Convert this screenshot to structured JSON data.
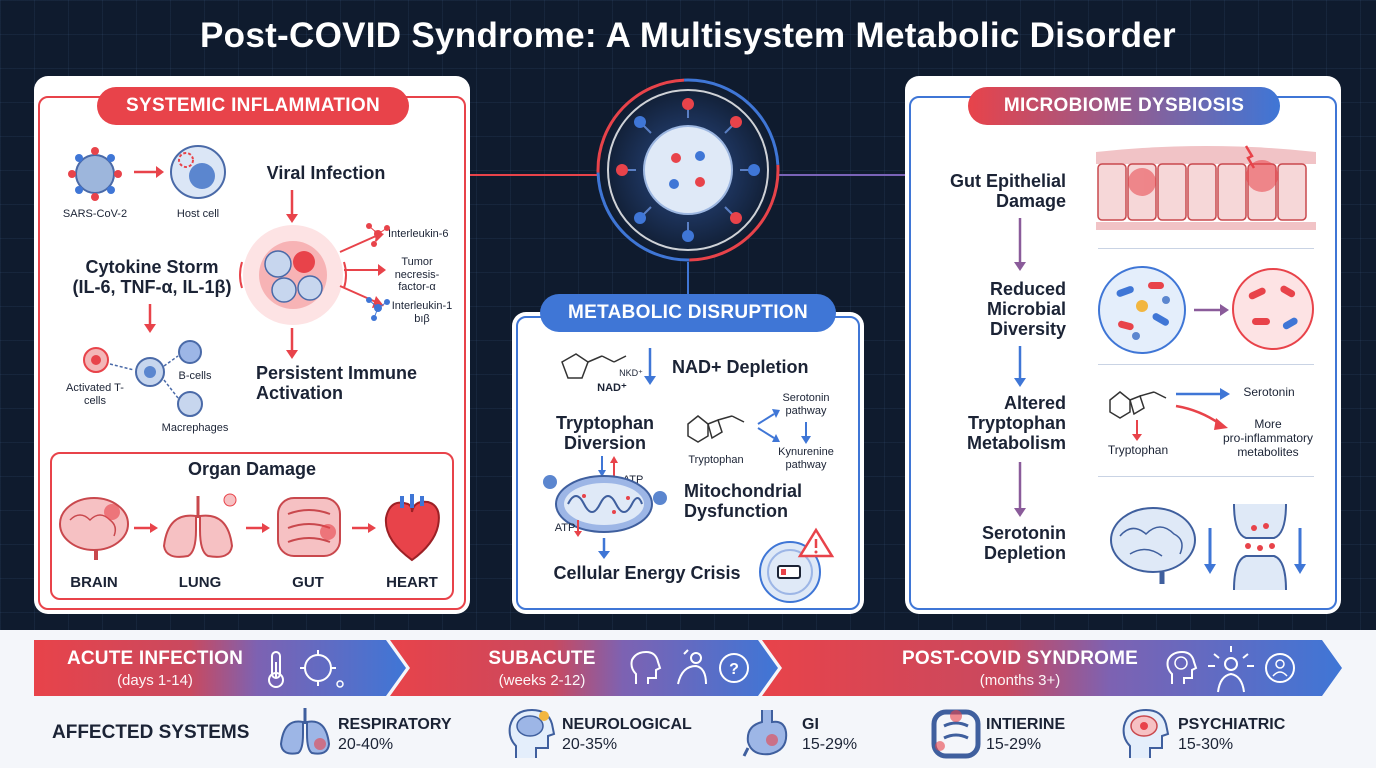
{
  "title": "Post-COVID Syndrome: A Multisystem Metabolic Disorder",
  "left": {
    "header": "SYSTEMIC INFLAMMATION",
    "sars_label": "SARS-CoV-2",
    "host_label": "Host cell",
    "viral_infection": "Viral Infection",
    "cytokine_storm_line1": "Cytokine Storm",
    "cytokine_storm_line2": "(IL-6, TNF-α, IL-1β)",
    "il6": "Interleukin-6",
    "tnf": "Tumor necresis-factor-α",
    "il1": "Interleukin-1 bıβ",
    "tcells": "Activated T-cells",
    "bcells": "B-cells",
    "macrophages": "Macrephages",
    "persistent_line1": "Persistent Immune",
    "persistent_line2": "Activation",
    "organ_damage": "Organ Damage",
    "organs": [
      "BRAIN",
      "LUNG",
      "GUT",
      "HEART"
    ]
  },
  "center": {
    "header": "METABOLIC DISRUPTION",
    "nad_mol": "NAD⁺",
    "nkd": "NKD⁺",
    "nad_depletion": "NAD+ Depletion",
    "tryptophan_diversion_1": "Tryptophan",
    "tryptophan_diversion_2": "Diversion",
    "tryptophan": "Tryptophan",
    "serotonin_pathway": "Serotonin pathway",
    "kynurenine_pathway": "Kynurenine pathway",
    "atp_up": "ATP",
    "atp_down": "ATP",
    "mito_1": "Mitochondrial",
    "mito_2": "Dysfunction",
    "energy_crisis": "Cellular Energy Crisis"
  },
  "right": {
    "header": "MICROBIOME DYSBIOSIS",
    "gut_1": "Gut Epithelial",
    "gut_2": "Damage",
    "reduced_1": "Reduced",
    "reduced_2": "Microbial",
    "reduced_3": "Diversity",
    "altered_1": "Altered",
    "altered_2": "Tryptophan",
    "altered_3": "Metabolism",
    "tryptophan": "Tryptophan",
    "serotonin": "Serotonin",
    "more_1": "More",
    "more_2": "pro-inflammatory",
    "more_3": "metabolites",
    "serotonin_dep_1": "Serotonin",
    "serotonin_dep_2": "Depletion"
  },
  "timeline": [
    {
      "title": "ACUTE INFECTION",
      "sub": "(days 1-14)",
      "color": "#e8434a"
    },
    {
      "title": "SUBACUTE",
      "sub": "(weeks 2-12)",
      "color": "#b95577"
    },
    {
      "title": "POST-COVID SYNDROME",
      "sub": "(months 3+)",
      "color": "#3f76d6"
    }
  ],
  "affected": {
    "label": "AFFECTED SYSTEMS",
    "systems": [
      {
        "name": "RESPIRATORY",
        "value": "20-40%",
        "icon": "lungs-icon"
      },
      {
        "name": "NEUROLOGICAL",
        "value": "20-35%",
        "icon": "head-brain-icon"
      },
      {
        "name": "GI",
        "value": "15-29%",
        "icon": "stomach-icon"
      },
      {
        "name": "INTIERINE",
        "value": "15-29%",
        "icon": "intestine-icon"
      },
      {
        "name": "PSYCHIATRIC",
        "value": "15-30%",
        "icon": "head-psych-icon"
      }
    ]
  },
  "colors": {
    "red": "#e8434a",
    "blue": "#3f76d6",
    "navy": "#0f1b2e"
  }
}
